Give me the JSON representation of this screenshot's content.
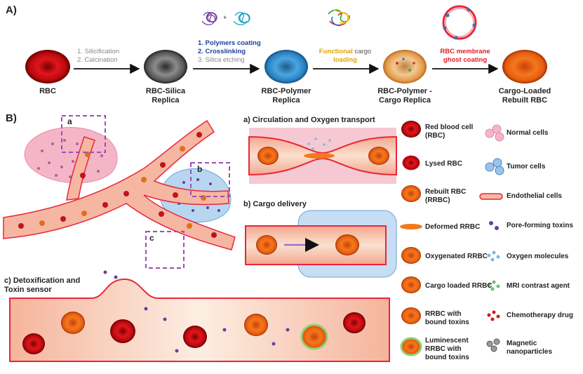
{
  "panelA": {
    "label": "A)",
    "stages": [
      "RBC",
      "RBC-Silica Replica",
      "RBC-Polymer Replica",
      "RBC-Polymer -Cargo Replica",
      "Cargo-Loaded Rebuilt RBC"
    ],
    "step1": [
      "1. Silicification",
      "2. Calcination"
    ],
    "step2": [
      "1. Polymers coating",
      "2. Crosslinking",
      "3. Silica etching"
    ],
    "step2_plus": "+",
    "step3": {
      "highlight": "Functional",
      "rest": " cargo",
      "line2": "loading"
    },
    "step4": [
      "RBC membrane",
      "ghost coating"
    ]
  },
  "panelB": {
    "label": "B)",
    "zoom_a": "a",
    "zoom_b": "b",
    "zoom_c": "c",
    "sub_a": "a) Circulation and Oxygen transport",
    "sub_b": "b) Cargo delivery",
    "sub_c": [
      "c) Detoxification and",
      "Toxin sensor"
    ]
  },
  "legend": {
    "left": [
      [
        "Red blood cell",
        "(RBC)"
      ],
      [
        "Lysed RBC"
      ],
      [
        "Rebuilt RBC",
        "(RRBC)"
      ],
      [
        "Deformed RRBC"
      ],
      [
        "Oxygenated RRBC"
      ],
      [
        "Cargo loaded RRBC"
      ],
      [
        "RRBC with",
        "bound toxins"
      ],
      [
        "Luminescent",
        "RRBC with",
        "bound toxins"
      ]
    ],
    "right": [
      [
        "Normal cells"
      ],
      [
        "Tumor cells"
      ],
      [
        "Endothelial cells"
      ],
      [
        "Pore-forming toxins"
      ],
      [
        "Oxygen molecules"
      ],
      [
        "MRI contrast agent"
      ],
      [
        "Chemotherapy drug"
      ],
      [
        "Magnetic",
        "nanoparticles"
      ]
    ]
  },
  "colors": {
    "rbc_red": "#d4161b",
    "rrbc_orange": "#f07a1e",
    "vessel_pink": "#f6b7a2",
    "membrane_red": "#e8263a",
    "polymer_blue": "#1f8bd1",
    "dashed_purple": "#9b4fb5",
    "step_blue": "#1c3f9b",
    "step_gold": "#e0a400",
    "step_red": "#e31b23",
    "tumor_blue": "#6aa5d8"
  }
}
